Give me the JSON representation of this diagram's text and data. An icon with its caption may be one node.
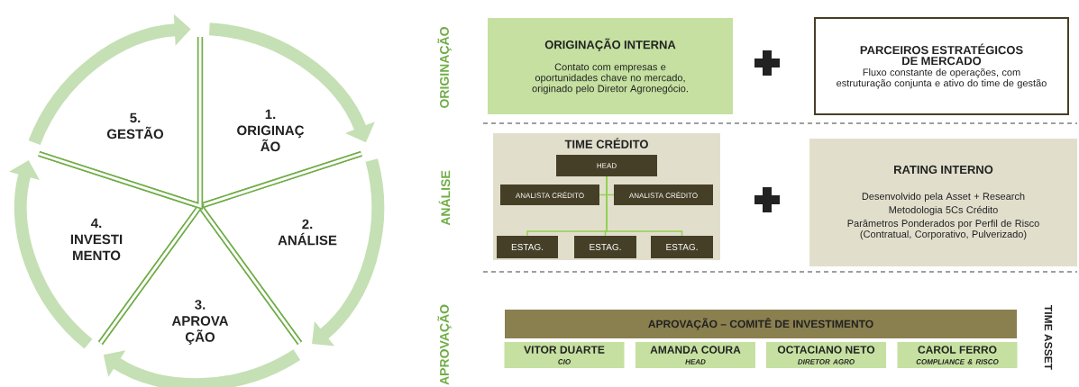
{
  "diagram": {
    "nodes": [
      {
        "text": [
          "1.",
          "ORIGINAÇ ÃO"
        ]
      },
      {
        "text": [
          "2.",
          "ANÁLISE"
        ]
      },
      {
        "text": [
          "3.",
          "APROVA ÇÃO"
        ]
      },
      {
        "text": [
          "4.",
          "INVESTI MENTO"
        ]
      },
      {
        "text": [
          "5.",
          "GESTÃO"
        ]
      },
      {
        "text": [
          "ORIGINAÇÃO INTERNA",
          "Contato com empresas e oportunidades chave no mercado, originado pelo Diretor Agronegócio."
        ]
      },
      {
        "text": [
          "PARCEIROS ESTRATÉGICOS DE MERCADO",
          "Fluxo constante de operações, com estruturação conjunta e ativo do time de gestão"
        ]
      },
      {
        "text": [
          "TIME CRÉDITO"
        ]
      },
      {
        "text": [
          "HEAD"
        ],
        "in": 7
      },
      {
        "text": [
          "ANALISTA CRÉDITO"
        ],
        "in": 7
      },
      {
        "text": [
          "ANALISTA CRÉDITO"
        ],
        "in": 7
      },
      {
        "text": [
          "ESTAG."
        ],
        "in": 7
      },
      {
        "text": [
          "ESTAG."
        ],
        "in": 7
      },
      {
        "text": [
          "ESTAG."
        ],
        "in": 7
      },
      {
        "text": [
          "RATING INTERNO",
          "Desenvolvido pela Asset + Research",
          "Metodologia 5Cs Crédito",
          "Parâmetros Ponderados por Perfil de Risco",
          "(Contratual, Corporativo, Pulverizado)"
        ]
      },
      {
        "text": [
          "APROVAÇÃO – COMITÊ DE INVESTIMENTO"
        ]
      },
      {
        "text": [
          "VITOR DUARTE",
          "CIO"
        ]
      },
      {
        "text": [
          "AMANDA COURA",
          "HEAD"
        ]
      },
      {
        "text": [
          "OCTACIANO NETO",
          "DIRETOR AGRO"
        ]
      },
      {
        "text": [
          "CAROL FERRO",
          "COMPLIANCE & RISCO"
        ]
      }
    ],
    "edges": [
      {
        "from": 0,
        "to": 1,
        "arrow": "to",
        "style": "thick",
        "color": "#c5e0b4"
      },
      {
        "from": 1,
        "to": 2,
        "arrow": "to",
        "style": "thick",
        "color": "#c5e0b4"
      },
      {
        "from": 2,
        "to": 3,
        "arrow": "to",
        "style": "thick",
        "color": "#c5e0b4"
      },
      {
        "from": 3,
        "to": 4,
        "arrow": "to",
        "style": "thick",
        "color": "#c5e0b4"
      },
      {
        "from": 4,
        "to": 0,
        "arrow": "to",
        "style": "thick",
        "color": "#c5e0b4"
      },
      {
        "from": 8,
        "to": 9,
        "arrow": "none",
        "color": "#92d050"
      },
      {
        "from": 8,
        "to": 10,
        "arrow": "none",
        "color": "#92d050"
      },
      {
        "from": 8,
        "to": 11,
        "arrow": "none",
        "color": "#92d050"
      },
      {
        "from": 8,
        "to": 12,
        "arrow": "none",
        "color": "#92d050"
      },
      {
        "from": 8,
        "to": 13,
        "arrow": "none",
        "color": "#92d050"
      }
    ],
    "labels": [
      "ORIGINAÇÃO",
      "ANÁLISE",
      "APROVAÇÃO",
      "TIME ASSET"
    ]
  }
}
